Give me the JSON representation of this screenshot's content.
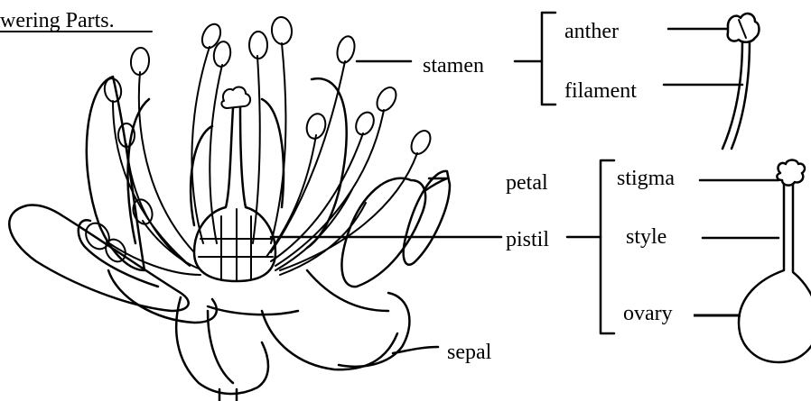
{
  "heading": "wering Parts.",
  "labels": {
    "stamen": "stamen",
    "anther": "anther",
    "filament": "filament",
    "petal": "petal",
    "pistil": "pistil",
    "stigma": "stigma",
    "style": "style",
    "ovary": "ovary",
    "sepal": "sepal"
  }
}
